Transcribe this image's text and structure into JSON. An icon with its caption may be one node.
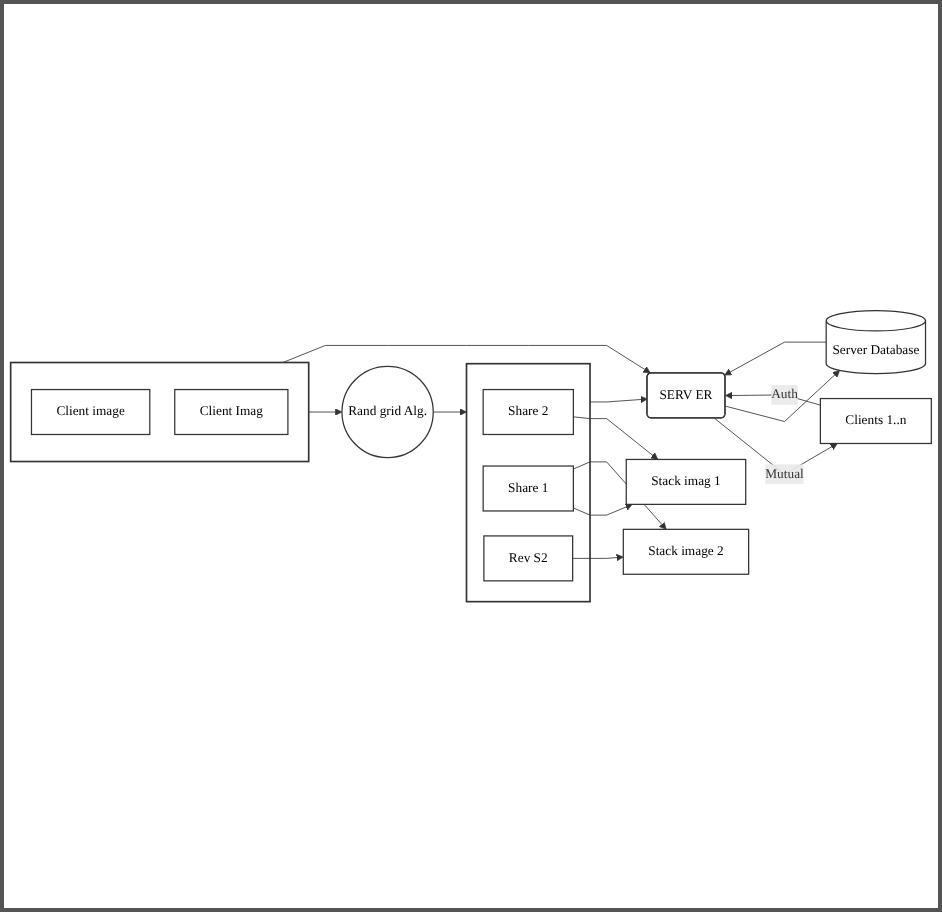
{
  "diagram": {
    "nodes": [
      {
        "text": [],
        "shape": "box"
      },
      {
        "text": [
          "Client image"
        ],
        "in": 0
      },
      {
        "text": [
          "Client Imag"
        ],
        "in": 0
      },
      {
        "text": [
          "Rand grid Alg."
        ]
      },
      {
        "text": [],
        "shape": "box"
      },
      {
        "text": [
          "Share 2"
        ],
        "in": 4
      },
      {
        "text": [
          "Share 1"
        ],
        "in": 4
      },
      {
        "text": [
          "Rev S2"
        ],
        "in": 4
      },
      {
        "text": [
          "Stack imag 1"
        ]
      },
      {
        "text": [
          "Stack image 2"
        ]
      },
      {
        "text": [
          "SERV ER"
        ]
      },
      {
        "text": [
          "Clients 1..n"
        ]
      },
      {
        "text": [
          "Server Database"
        ]
      }
    ],
    "edges": [
      {
        "from": 0,
        "to": 3,
        "arrow": "to"
      },
      {
        "from": 3,
        "to": 4,
        "arrow": "to"
      },
      {
        "from": 5,
        "to": 8,
        "arrow": "to"
      },
      {
        "from": 6,
        "to": 8,
        "arrow": "to"
      },
      {
        "from": 6,
        "to": 9,
        "arrow": "to"
      },
      {
        "from": 7,
        "to": 9,
        "arrow": "to"
      },
      {
        "from": 0,
        "to": 10,
        "arrow": "to"
      },
      {
        "from": 4,
        "to": 10,
        "arrow": "to"
      },
      {
        "from": 10,
        "to": 11,
        "label": "Mutual",
        "arrow": "to"
      },
      {
        "from": 11,
        "to": 10,
        "label": "Auth",
        "arrow": "to"
      },
      {
        "from": 10,
        "to": 12,
        "arrow": "to"
      },
      {
        "from": 12,
        "to": 10,
        "arrow": "to"
      }
    ]
  }
}
